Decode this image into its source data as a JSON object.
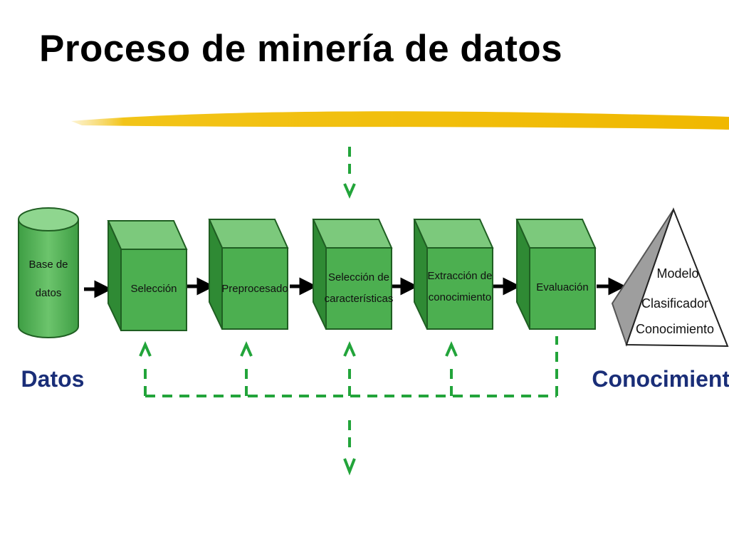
{
  "title": "Proceso de minería de datos",
  "database": {
    "lines": [
      "Base de",
      "datos"
    ],
    "caption": "Datos"
  },
  "steps": [
    {
      "lines": [
        "Selección"
      ]
    },
    {
      "lines": [
        "Preprocesado"
      ]
    },
    {
      "lines": [
        "Selección de",
        "características"
      ]
    },
    {
      "lines": [
        "Extracción de",
        "conocimiento"
      ]
    },
    {
      "lines": [
        "Evaluación"
      ]
    }
  ],
  "knowledge": {
    "lines": [
      "Modelo",
      "Clasificador",
      "Conocimiento"
    ],
    "caption": "Conocimiento"
  },
  "colors": {
    "box_front": "#4caf50",
    "box_top": "#7cc97c",
    "box_side": "#2f8a34",
    "box_edge": "#1f5e22",
    "feedback": "#22a43a",
    "caption": "#1a2e78",
    "accent_line": "#f2c418"
  }
}
